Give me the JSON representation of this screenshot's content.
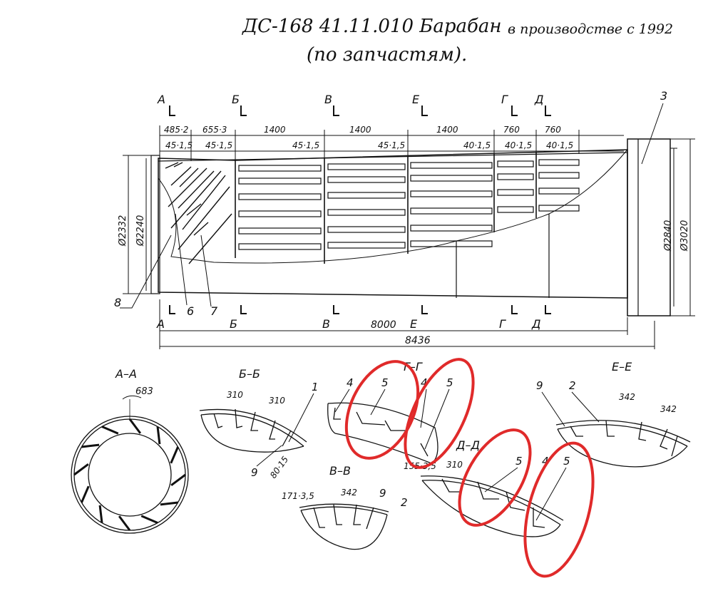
{
  "title": {
    "line1": "ДС-168 41.11.010 Барабан",
    "line1_note": "в производстве с 1992",
    "line2": "(по запчастям)."
  },
  "section_letters": [
    "А",
    "Б",
    "В",
    "Е",
    "Г",
    "Д"
  ],
  "dimensions": {
    "top_row": [
      "485·2",
      "655·3",
      "1400",
      "1400",
      "1400",
      "760",
      "760"
    ],
    "second_row": [
      "45·1,5",
      "45·1,5",
      "45·1,5",
      "45·1,5",
      "40·1,5",
      "40·1,5",
      "40·1,5"
    ],
    "left_dia_outer": "Ø2332",
    "left_dia_inner": "Ø2240",
    "right_dia_inner": "Ø2840",
    "right_dia_outer": "Ø3020",
    "length_inner": "8000",
    "length_total": "8436"
  },
  "callouts": {
    "c3": "3",
    "c6": "6",
    "c7": "7",
    "c8": "8"
  },
  "sections": {
    "aa": {
      "title": "А–А",
      "dim": "683"
    },
    "bb": {
      "title": "Б–Б",
      "dim1": "310",
      "dim2": "310",
      "dim3": "80·15",
      "n1": "1",
      "n9": "9"
    },
    "vv": {
      "title": "В–В",
      "dim1": "171·3,5",
      "dim2": "342",
      "n9": "9",
      "n2": "2"
    },
    "gg": {
      "title": "Г–Г",
      "n4a": "4",
      "n5a": "5",
      "n4b": "4",
      "n5b": "5"
    },
    "dd": {
      "title": "Д–Д",
      "dim1": "155·3,5",
      "dim2": "310",
      "n5a": "5",
      "n4": "4",
      "n5b": "5"
    },
    "ee": {
      "title": "Е–Е",
      "dim1": "342",
      "dim2": "342",
      "n9": "9",
      "n2": "2"
    }
  },
  "highlight_color": "#e02a2a"
}
